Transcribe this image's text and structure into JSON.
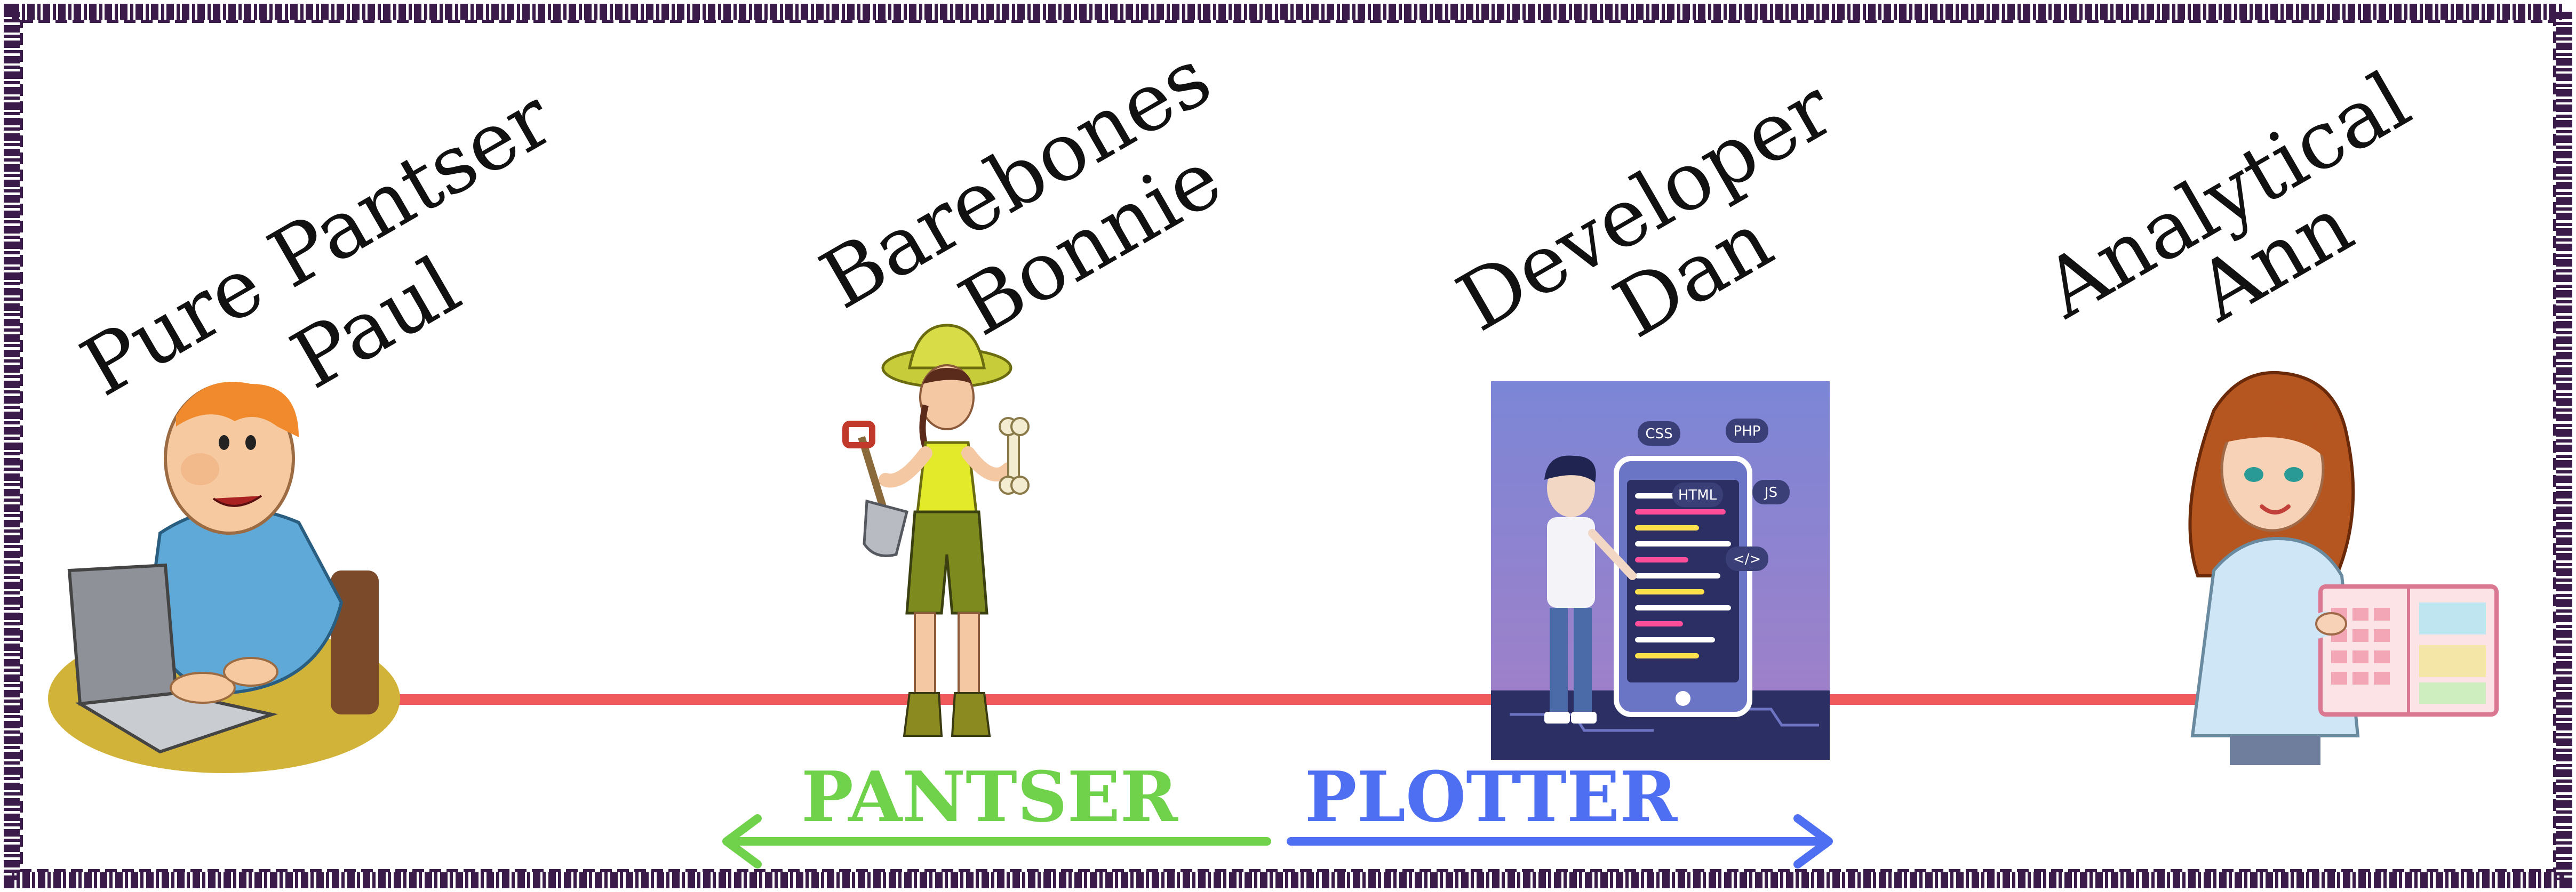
{
  "colors": {
    "border": "#3a1b4a",
    "spectrum_line": "#f05a5a",
    "pantser": "#6fd24a",
    "plotter": "#4f6ff2",
    "text": "#111111"
  },
  "personas": [
    {
      "line1": "Pure Pantser",
      "line2": "Paul",
      "icon": "man-typing-on-laptop-icon"
    },
    {
      "line1": "Barebones",
      "line2": "Bonnie",
      "icon": "archaeologist-woman-with-shovel-and-bone-icon"
    },
    {
      "line1": "Developer",
      "line2": "Dan",
      "icon": "developer-with-code-screen-icon"
    },
    {
      "line1": "Analytical",
      "line2": "Ann",
      "icon": "woman-presenting-planner-icon"
    }
  ],
  "developer_tags": [
    "CSS",
    "PHP",
    "HTML",
    "JS",
    "</>"
  ],
  "directions": {
    "pantser": "PANTSER",
    "plotter": "PLOTTER"
  }
}
